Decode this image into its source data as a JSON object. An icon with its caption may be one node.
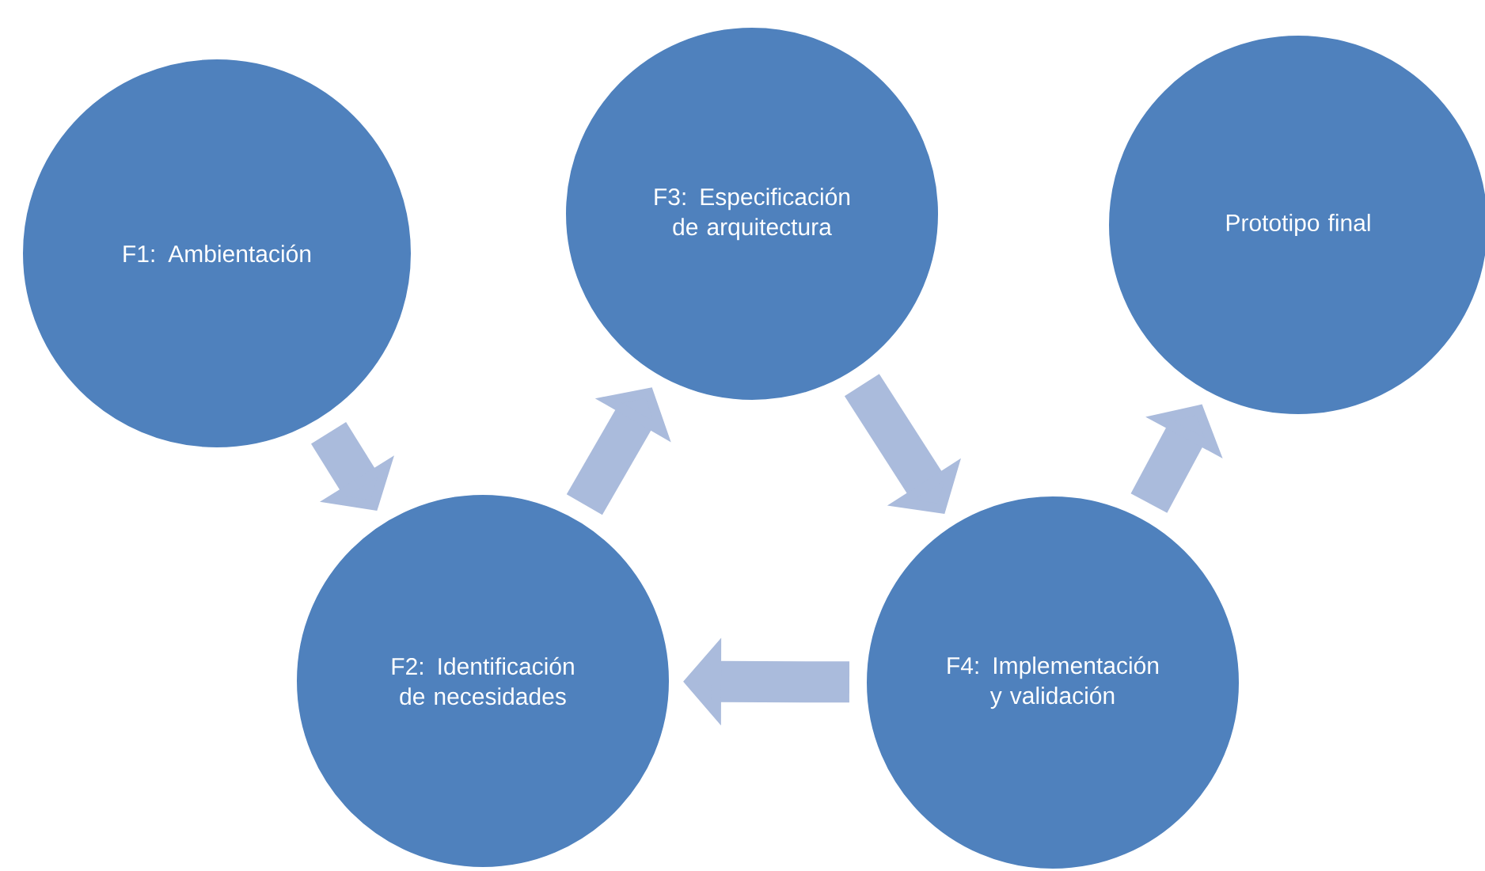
{
  "diagram": {
    "nodes": [
      {
        "text": [
          "F1: Ambientación"
        ]
      },
      {
        "text": [
          "F2: Identificación de necesidades"
        ]
      },
      {
        "text": [
          "F3: Especificación de arquitectura"
        ]
      },
      {
        "text": [
          "F4: Implementación y validación"
        ]
      },
      {
        "text": [
          "Prototipo final"
        ]
      }
    ],
    "edges": [
      {
        "from": 0,
        "to": 1,
        "arrow": "to"
      },
      {
        "from": 1,
        "to": 2,
        "arrow": "to"
      },
      {
        "from": 2,
        "to": 3,
        "arrow": "to"
      },
      {
        "from": 3,
        "to": 1,
        "arrow": "to"
      },
      {
        "from": 3,
        "to": 4,
        "arrow": "to"
      }
    ]
  }
}
